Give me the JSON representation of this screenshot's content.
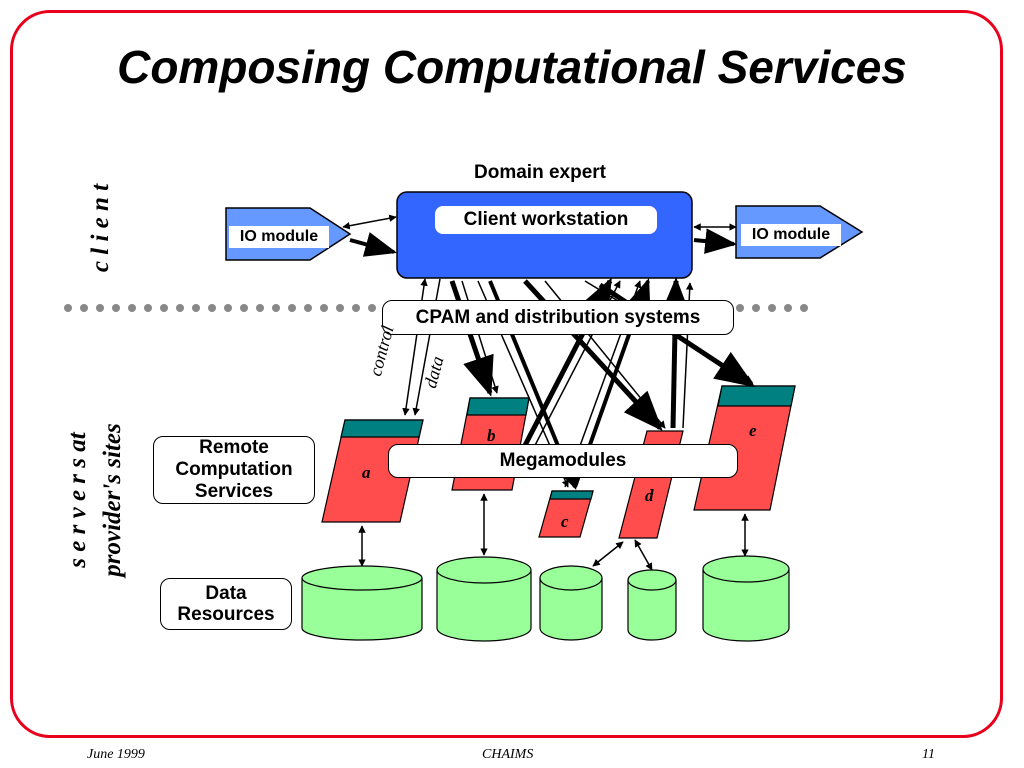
{
  "title": "Composing Computational Services",
  "side_labels": {
    "client": "c l i e n t",
    "servers_line1": "s e r v e r s   at",
    "servers_line2": "provider's sites"
  },
  "nodes": {
    "domain_expert": "Domain expert",
    "client_workstation": "Client workstation",
    "io_module_left": "IO module",
    "io_module_right": "IO module",
    "cpam": "CPAM and distribution systems",
    "megamodules": "Megamodules",
    "remote_services": "Remote Computation Services",
    "data_resources": "Data Resources"
  },
  "edge_labels": {
    "control": "control",
    "data": "data"
  },
  "modules": [
    "a",
    "b",
    "c",
    "d",
    "e"
  ],
  "colors": {
    "frame": "#e8001c",
    "workstation": "#3366ff",
    "io_module": "#6699ff",
    "module_body": "#ff4d4d",
    "module_cap": "#008080",
    "cylinder": "#99ff99",
    "dots": "#888888"
  },
  "footer": {
    "date": "June 1999",
    "project": "CHAIMS",
    "page": "11"
  }
}
